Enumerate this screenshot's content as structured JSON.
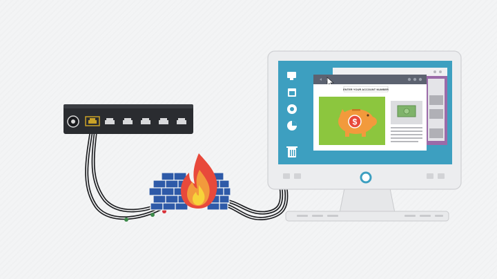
{
  "scene": {
    "description_label": "",
    "devices": {
      "router": {
        "port_count": 6,
        "active_port": 1
      },
      "firewall": {
        "icon": "flame-icon"
      },
      "monitor": {
        "browser": {
          "banner_text": "ENTER YOUR ACCOUNT NUMBER",
          "currency_symbol": "$"
        },
        "dock_icons": [
          "monitor-icon",
          "calendar-icon",
          "disc-icon",
          "pie-chart-icon",
          "trash-icon"
        ]
      }
    },
    "colors": {
      "screen": "#3d9fc0",
      "firewall_brick": "#2e5aa8",
      "piggy": "#f29a3c",
      "coin": "#e8493b",
      "browser_header": "#5c6270",
      "browser_content": "#8cc63e",
      "purple_window": "#9b6aa8"
    }
  }
}
